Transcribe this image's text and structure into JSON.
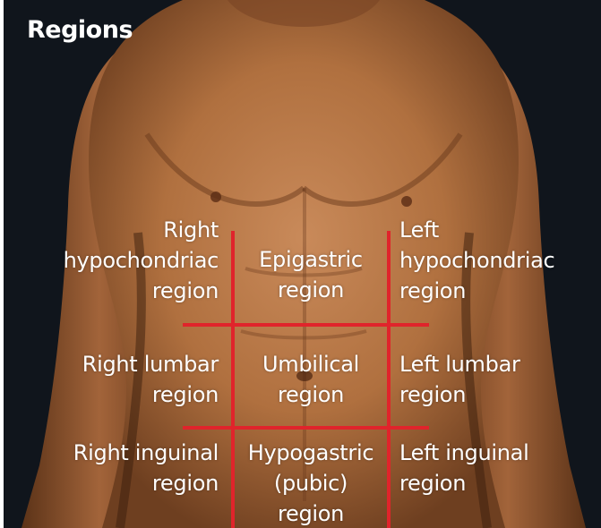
{
  "title": "Regions",
  "colors": {
    "divider": "#e0242b",
    "background": "#10151c",
    "text": "#ffffff"
  },
  "regions": {
    "right_hypochondriac": [
      "Right",
      "hypochondriac",
      "region"
    ],
    "epigastric": [
      "Epigastric",
      "region"
    ],
    "left_hypochondriac": [
      "Left",
      "hypochondriac",
      "region"
    ],
    "right_lumbar": [
      "Right lumbar",
      "region"
    ],
    "umbilical": [
      "Umbilical",
      "region"
    ],
    "left_lumbar": [
      "Left lumbar",
      "region"
    ],
    "right_inguinal": [
      "Right inguinal",
      "region"
    ],
    "hypogastric": [
      "Hypogastric",
      "(pubic)",
      "region"
    ],
    "left_inguinal": [
      "Left inguinal",
      "region"
    ]
  }
}
